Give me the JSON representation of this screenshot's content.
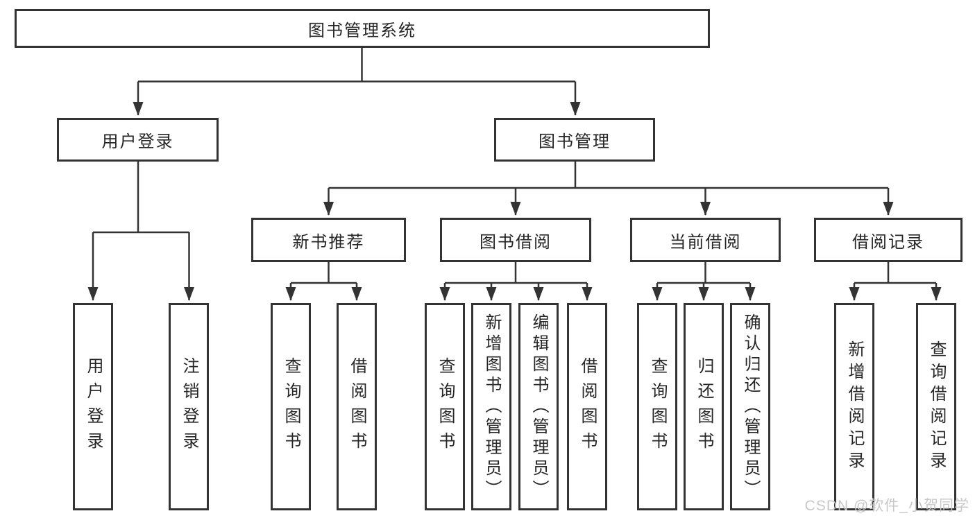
{
  "diagram": {
    "root": "图书管理系统",
    "user_login": {
      "label": "用户登录",
      "leaves": [
        "用户登录",
        "注销登录"
      ]
    },
    "book_management": {
      "label": "图书管理",
      "sections": [
        {
          "label": "新书推荐",
          "leaves": [
            "查询图书",
            "借阅图书"
          ]
        },
        {
          "label": "图书借阅",
          "leaves": [
            "查询图书",
            "新增图书（管理员）",
            "编辑图书（管理员）",
            "借阅图书"
          ]
        },
        {
          "label": "当前借阅",
          "leaves": [
            "查询图书",
            "归还图书",
            "确认归还（管理员）"
          ]
        },
        {
          "label": "借阅记录",
          "leaves": [
            "新增借阅记录",
            "查询借阅记录"
          ]
        }
      ]
    }
  },
  "watermark": "CSDN @软件_小贺同学",
  "colors": {
    "line": "#333333",
    "text": "#262626",
    "watermark_text": "#c8c8c8",
    "background": "#ffffff"
  }
}
